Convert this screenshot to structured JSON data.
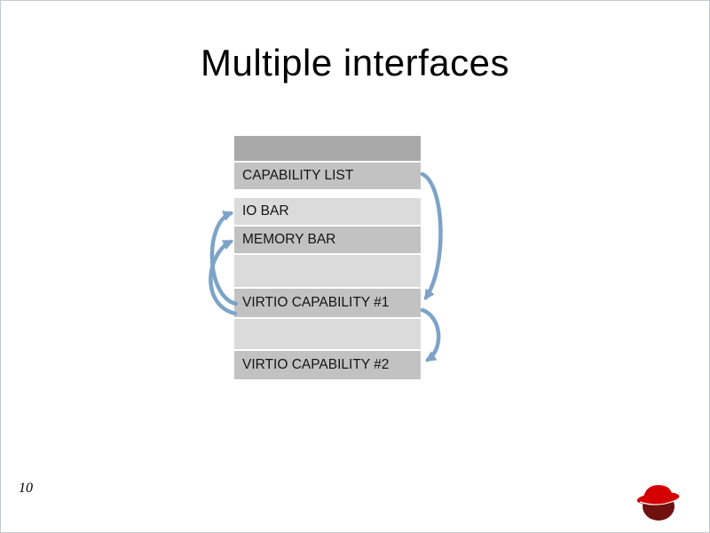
{
  "slide": {
    "title": "Multiple interfaces",
    "page_number": "10"
  },
  "diagram": {
    "rows": [
      {
        "id": "header",
        "label": ""
      },
      {
        "id": "capability-list",
        "label": "CAPABILITY LIST"
      },
      {
        "id": "io-bar",
        "label": "IO BAR"
      },
      {
        "id": "memory-bar",
        "label": "MEMORY BAR"
      },
      {
        "id": "spacer-1",
        "label": ""
      },
      {
        "id": "virtio-capability-1",
        "label": "VIRTIO CAPABILITY #1"
      },
      {
        "id": "spacer-2",
        "label": ""
      },
      {
        "id": "virtio-capability-2",
        "label": "VIRTIO CAPABILITY #2"
      }
    ],
    "arrows": [
      {
        "name": "arrow-capability-list-to-virtio-cap-1",
        "from": "CAPABILITY LIST",
        "to": "VIRTIO CAPABILITY #1",
        "side": "right"
      },
      {
        "name": "arrow-virtio-cap-1-to-virtio-cap-2",
        "from": "VIRTIO CAPABILITY #1",
        "to": "VIRTIO CAPABILITY #2",
        "side": "right"
      },
      {
        "name": "arrow-virtio-cap-1-to-io-bar",
        "from": "VIRTIO CAPABILITY #1",
        "to": "IO BAR",
        "side": "left"
      },
      {
        "name": "arrow-virtio-cap-2-to-memory-bar",
        "from": "VIRTIO CAPABILITY #2",
        "to": "MEMORY BAR",
        "side": "left"
      }
    ],
    "colors": {
      "arrow": "#7da3c8"
    }
  },
  "logo": {
    "name": "Red Hat logo",
    "colors": {
      "hat": "#d40000",
      "shadow": "#70100f"
    }
  }
}
